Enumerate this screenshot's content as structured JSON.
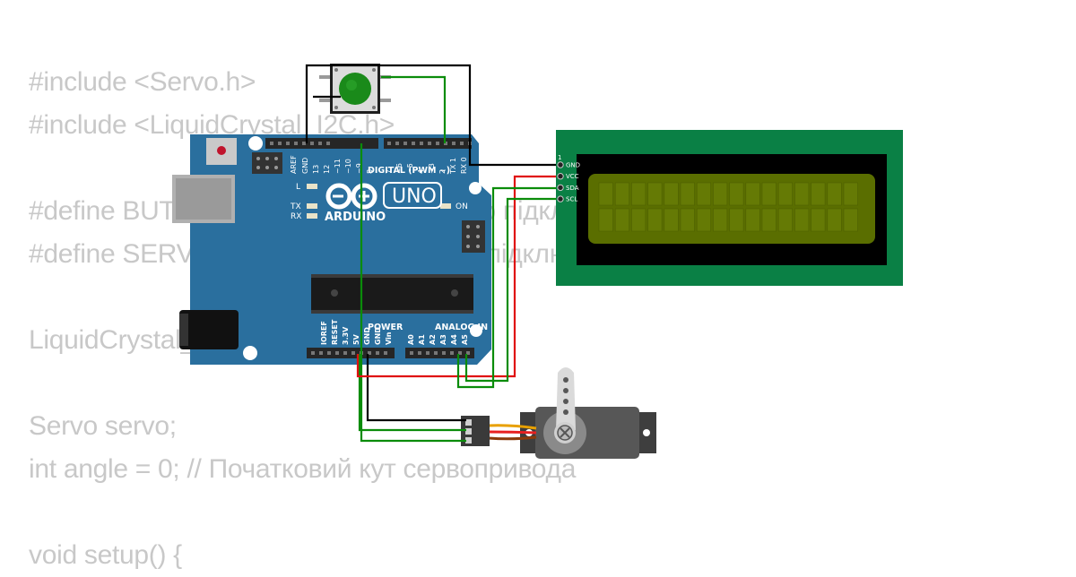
{
  "code_lines": [
    "#include <Servo.h>",
    "#include <LiquidCrystal_I2C.h>",
    "",
    "#define BUTTON_PIN 2 // Пін, до якого підключений",
    "#define SERVO_PIN 9 // Пін, до якого підключений привід",
    "",
    "LiquidCrystal_I2C lcd(0x27, 16, 2);",
    "",
    "Servo servo;",
    "int angle = 0; // Початковий кут сервопривода",
    "",
    "void setup() {"
  ],
  "board": {
    "brand": "ARDUINO",
    "model": "UNO",
    "digital_header": "DIGITAL (PWM ~)",
    "power_header": "POWER",
    "analog_header": "ANALOG IN",
    "led_l": "L",
    "led_tx": "TX",
    "led_rx": "RX",
    "led_on": "ON",
    "top_pins": [
      "AREF",
      "GND",
      "13",
      "12",
      "~11",
      "~10",
      "~9",
      "8",
      "7",
      "~6",
      "~5",
      "4",
      "~3",
      "2",
      "TX 1",
      "RX 0"
    ],
    "bottom_power_pins": [
      "IOREF",
      "RESET",
      "3.3V",
      "5V",
      "GND",
      "GND",
      "Vin"
    ],
    "bottom_analog_pins": [
      "A0",
      "A1",
      "A2",
      "A3",
      "A4",
      "A5"
    ]
  },
  "lcd": {
    "pin_index": "1",
    "pins": [
      "GND",
      "VCC",
      "SDA",
      "SCL"
    ],
    "pcb_color": "#0a8045",
    "screen_color": "#5a6e00"
  },
  "colors": {
    "board": "#2a6f9e",
    "wire_black": "#000000",
    "wire_green": "#0a8c0a",
    "wire_red": "#e01010",
    "button_cap": "#1a8a1a",
    "code_text": "#c8c8c8"
  },
  "icons": {
    "board": "arduino-infinity-logo-icon",
    "button": "pushbutton-icon",
    "servo": "servo-icon"
  }
}
